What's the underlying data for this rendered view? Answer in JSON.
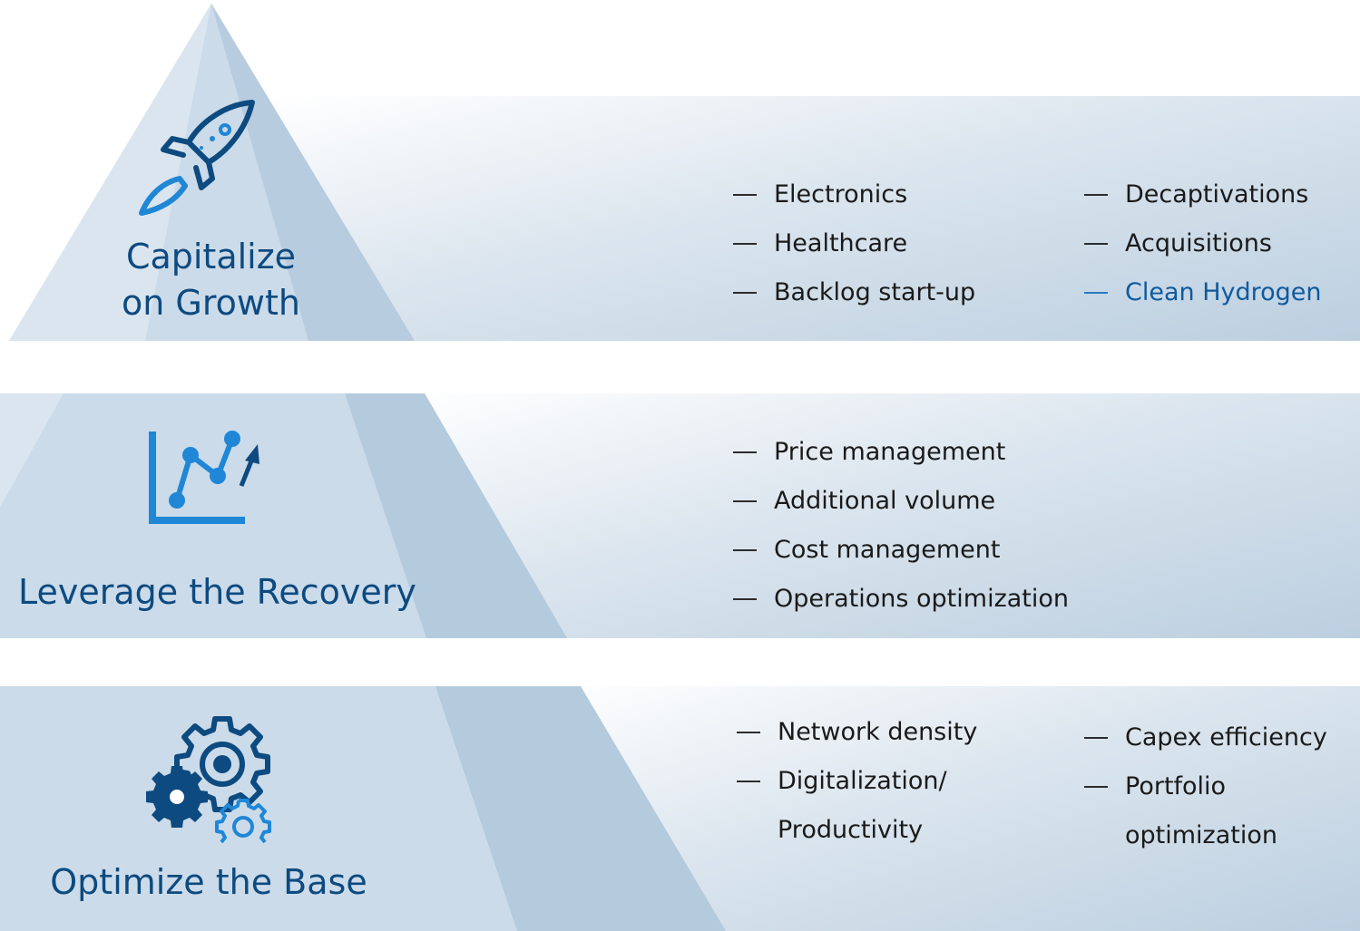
{
  "tiers": [
    {
      "title_lines": [
        "Capitalize",
        "on Growth"
      ],
      "icon": "rocket-icon",
      "columns": [
        [
          "Electronics",
          "Healthcare",
          "Backlog start-up"
        ],
        [
          "Decaptivations",
          "Acquisitions",
          "Clean Hydrogen"
        ]
      ],
      "highlighted": "Clean Hydrogen"
    },
    {
      "title": "Leverage the Recovery",
      "icon": "growth-chart-icon",
      "columns": [
        [
          "Price management",
          "Additional volume",
          "Cost management",
          "Operations optimization"
        ]
      ]
    },
    {
      "title": "Optimize the Base",
      "icon": "gears-icon",
      "columns": [
        [
          "Network density",
          "Digitalization/ Productivity"
        ],
        [
          "Capex efficiency",
          "Portfolio optimization"
        ]
      ]
    }
  ],
  "colors": {
    "title": "#0d4a80",
    "highlight": "#0d5a9e",
    "icon_blue": "#1f87d6",
    "icon_dark": "#0d4a80",
    "band_light": "#ffffff",
    "band_dark": "#bccfe0",
    "pyramid_light": "#cfdeeb",
    "pyramid_dark": "#b3c9dc"
  }
}
